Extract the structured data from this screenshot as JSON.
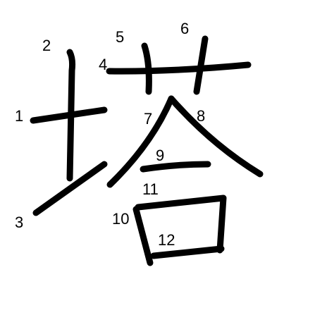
{
  "character": "塔",
  "stroke_numbers": [
    "1",
    "2",
    "3",
    "4",
    "5",
    "6",
    "7",
    "8",
    "9",
    "10",
    "11",
    "12"
  ],
  "colors": {
    "background": "#ffffff",
    "stroke": "#000000",
    "label": "#000000"
  }
}
